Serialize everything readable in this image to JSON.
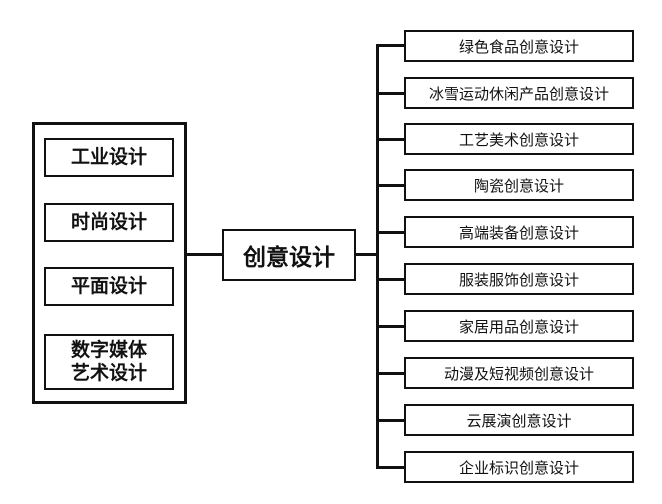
{
  "center": {
    "label": "创意设计"
  },
  "left": {
    "items": [
      {
        "label": "工业设计"
      },
      {
        "label": "时尚设计"
      },
      {
        "label": "平面设计"
      },
      {
        "label_line1": "数字媒体",
        "label_line2": "艺术设计"
      }
    ]
  },
  "right": {
    "items": [
      {
        "label": "绿色食品创意设计"
      },
      {
        "label": "冰雪运动休闲产品创意设计"
      },
      {
        "label": "工艺美术创意设计"
      },
      {
        "label": "陶瓷创意设计"
      },
      {
        "label": "高端装备创意设计"
      },
      {
        "label": "服装服饰创意设计"
      },
      {
        "label": "家居用品创意设计"
      },
      {
        "label": "动漫及短视频创意设计"
      },
      {
        "label": "云展演创意设计"
      },
      {
        "label": "企业标识创意设计"
      }
    ]
  }
}
